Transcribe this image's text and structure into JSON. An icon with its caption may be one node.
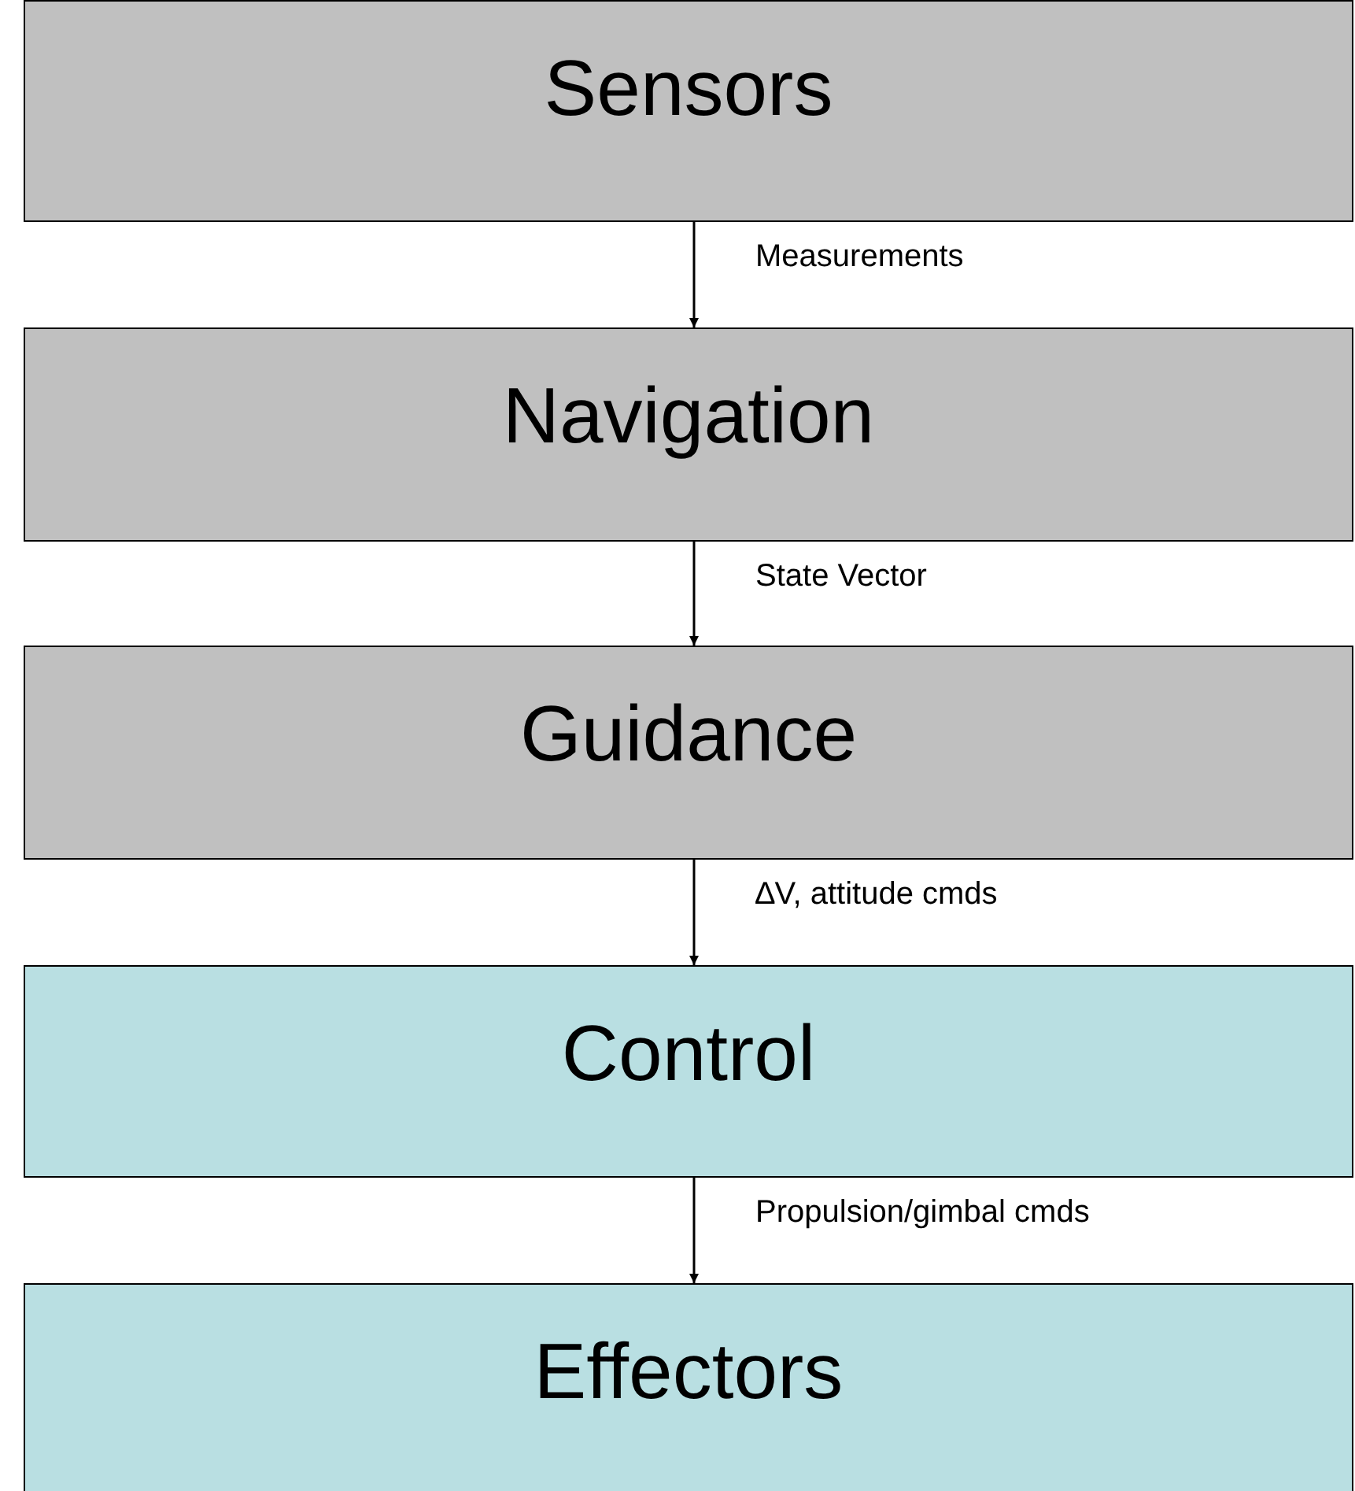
{
  "diagram": {
    "nodes": [
      {
        "text": [
          "Sensors"
        ]
      },
      {
        "text": [
          "Navigation"
        ]
      },
      {
        "text": [
          "Guidance"
        ]
      },
      {
        "text": [
          "Control"
        ]
      },
      {
        "text": [
          "Effectors"
        ]
      }
    ],
    "edges": [
      {
        "from": 0,
        "to": 1,
        "arrow": "to",
        "label": "Measurements"
      },
      {
        "from": 1,
        "to": 2,
        "arrow": "to",
        "label": "State Vector"
      },
      {
        "from": 2,
        "to": 3,
        "arrow": "to",
        "label": "∆V, attitude cmds"
      },
      {
        "from": 3,
        "to": 4,
        "arrow": "to",
        "label": "Propulsion/gimbal cmds"
      }
    ]
  }
}
